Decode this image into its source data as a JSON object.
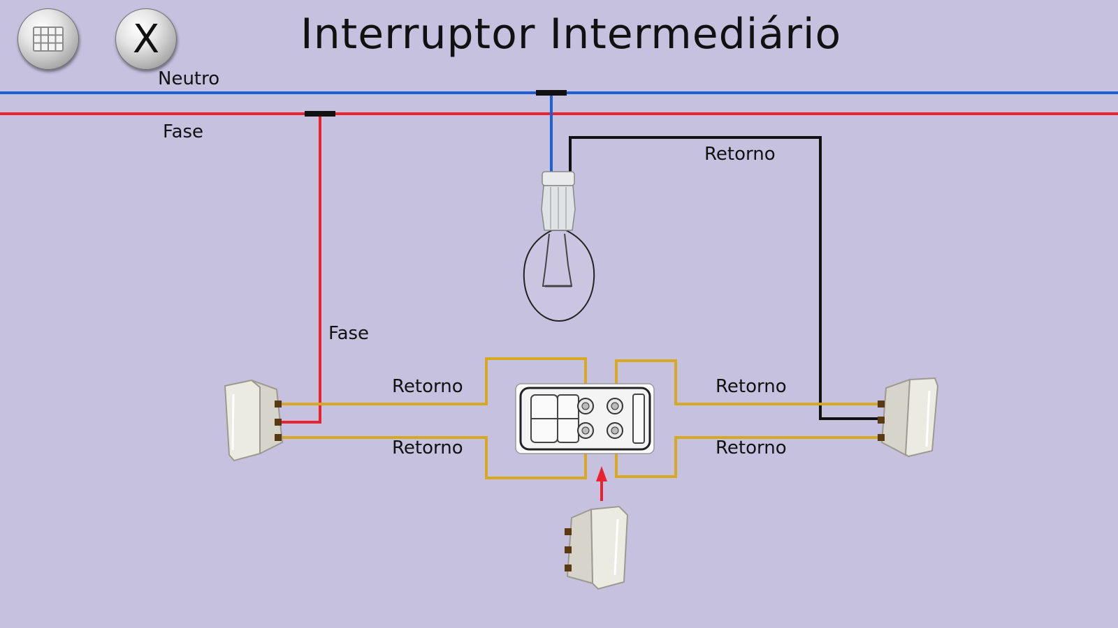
{
  "header": {
    "title": "Interruptor Intermediário",
    "menu_icon": "grid-icon",
    "close_icon": "close-x-icon",
    "close_glyph": "X"
  },
  "labels": {
    "neutro": "Neutro",
    "fase_top": "Fase",
    "fase_vertical": "Fase",
    "retorno_lamp": "Retorno",
    "retorno_left_top": "Retorno",
    "retorno_left_bottom": "Retorno",
    "retorno_right_top": "Retorno",
    "retorno_right_bottom": "Retorno"
  },
  "colors": {
    "background": "#c7c1e0",
    "neutro_wire": "#1f5fd6",
    "fase_wire": "#e8222e",
    "retorno_wire": "#111111",
    "traveler_wire": "#d8a820"
  }
}
